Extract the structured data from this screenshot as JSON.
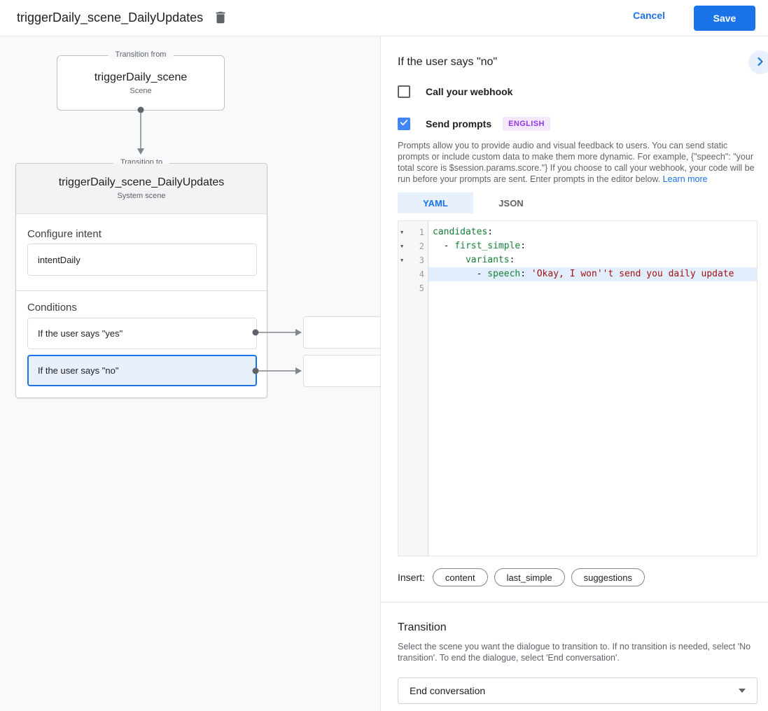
{
  "header": {
    "title": "triggerDaily_scene_DailyUpdates",
    "cancel_label": "Cancel",
    "save_label": "Save"
  },
  "diagram": {
    "from_box": {
      "legend": "Transition from",
      "title": "triggerDaily_scene",
      "subtitle": "Scene"
    },
    "to_card": {
      "legend": "Transition to",
      "title": "triggerDaily_scene_DailyUpdates",
      "subtitle": "System scene",
      "intent": {
        "label": "Configure intent",
        "value": "intentDaily"
      },
      "conditions": {
        "label": "Conditions",
        "items": [
          {
            "label": "If the user says \"yes\"",
            "selected": false
          },
          {
            "label": "If the user says \"no\"",
            "selected": true
          }
        ]
      }
    }
  },
  "panel": {
    "title": "If the user says \"no\"",
    "webhook": {
      "label": "Call your webhook",
      "checked": false
    },
    "prompts": {
      "label": "Send prompts",
      "checked": true,
      "badge": "ENGLISH"
    },
    "description": "Prompts allow you to provide audio and visual feedback to users. You can send static prompts or include custom data to make them more dynamic. For example, {\"speech\": \"your total score is $session.params.score.\"} If you choose to call your webhook, your code will be run before your prompts are sent. Enter prompts in the editor below. ",
    "learn_more": "Learn more",
    "tabs": [
      {
        "label": "YAML",
        "active": true
      },
      {
        "label": "JSON",
        "active": false
      }
    ],
    "editor": {
      "lines": [
        {
          "num": "1",
          "foldable": true,
          "prefix": "",
          "key": "candidates",
          "sep": ":",
          "value": ""
        },
        {
          "num": "2",
          "foldable": true,
          "prefix": "  - ",
          "key": "first_simple",
          "sep": ":",
          "value": ""
        },
        {
          "num": "3",
          "foldable": true,
          "prefix": "      ",
          "key": "variants",
          "sep": ":",
          "value": ""
        },
        {
          "num": "4",
          "foldable": false,
          "prefix": "        - ",
          "key": "speech",
          "sep": ": ",
          "value": "'Okay, I won''t send you daily update",
          "active": true
        },
        {
          "num": "5",
          "foldable": false,
          "prefix": "",
          "key": "",
          "sep": "",
          "value": ""
        }
      ]
    },
    "insert": {
      "label": "Insert:",
      "chips": [
        "content",
        "last_simple",
        "suggestions"
      ]
    },
    "transition": {
      "heading": "Transition",
      "description": "Select the scene you want the dialogue to transition to. If no transition is needed, select 'No transition'. To end the dialogue, select 'End conversation'.",
      "dropdown_value": "End conversation"
    }
  },
  "icons": [
    "trash-icon",
    "chevron-right-icon",
    "check-icon",
    "caret-down-icon",
    "triangle-down-fold-icon",
    "flow-arrow"
  ],
  "colors": {
    "accent": "#1a73e8",
    "selected_condition_bg": "#e8f0fe",
    "checkbox_checked": "#4285f4",
    "badge_bg": "#f3e8fd",
    "badge_text": "#9334e6",
    "code_key": "#188038",
    "code_string": "#a11212",
    "active_line_bg": "#e3eefd",
    "canvas_bg": "#f8f9fa",
    "card_header_bg": "#f1f3f4"
  }
}
